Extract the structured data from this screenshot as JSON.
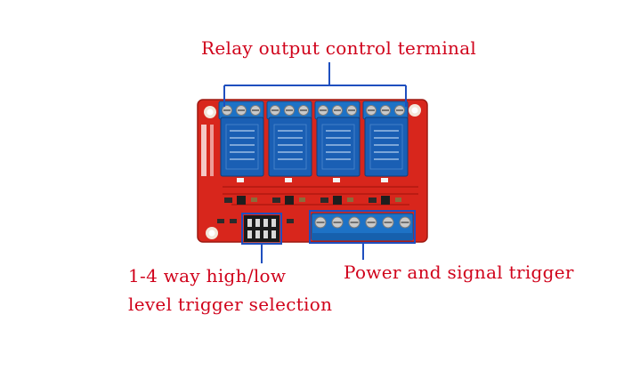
{
  "labels": {
    "relay_output": "Relay output control terminal",
    "trigger_selection_line1": "1-4 way high/low",
    "trigger_selection_line2": "level trigger selection",
    "power_signal": "Power and signal trigger"
  },
  "colors": {
    "label_text": "#d0021b",
    "callout_line": "#1f4fbf",
    "pcb": "#d8261c",
    "relay_blue": "#1a5fb4",
    "terminal_blue": "#1d72c6"
  },
  "board": {
    "relay_count": 4
  }
}
